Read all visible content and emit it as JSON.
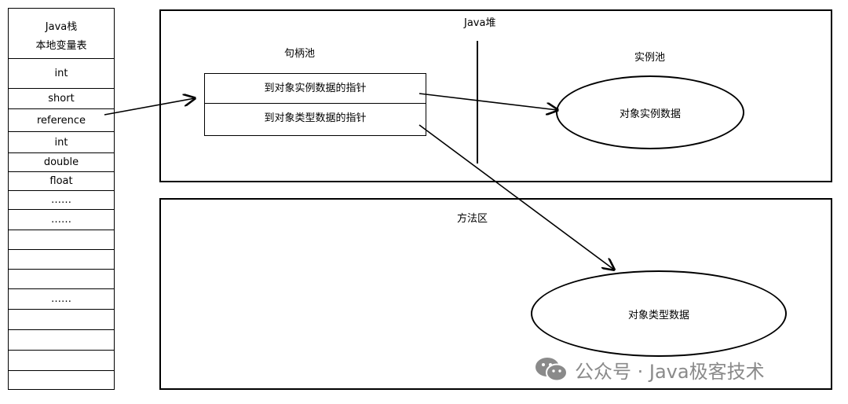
{
  "stack": {
    "title_line1": "Java栈",
    "title_line2": "本地变量表",
    "slots": [
      "int",
      "short",
      "reference",
      "int",
      "double",
      "float",
      "……",
      "……",
      "",
      "",
      "",
      "……",
      "",
      "",
      "",
      ""
    ]
  },
  "heap": {
    "title": "Java堆",
    "handle_pool_label": "句柄池",
    "instance_pool_label": "实例池",
    "handle_row_1": "到对象实例数据的指针",
    "handle_row_2": "到对象类型数据的指针",
    "instance_data": "对象实例数据"
  },
  "method_area": {
    "title": "方法区",
    "type_data": "对象类型数据"
  },
  "watermark": {
    "text": "公众号 · Java极客技术"
  }
}
